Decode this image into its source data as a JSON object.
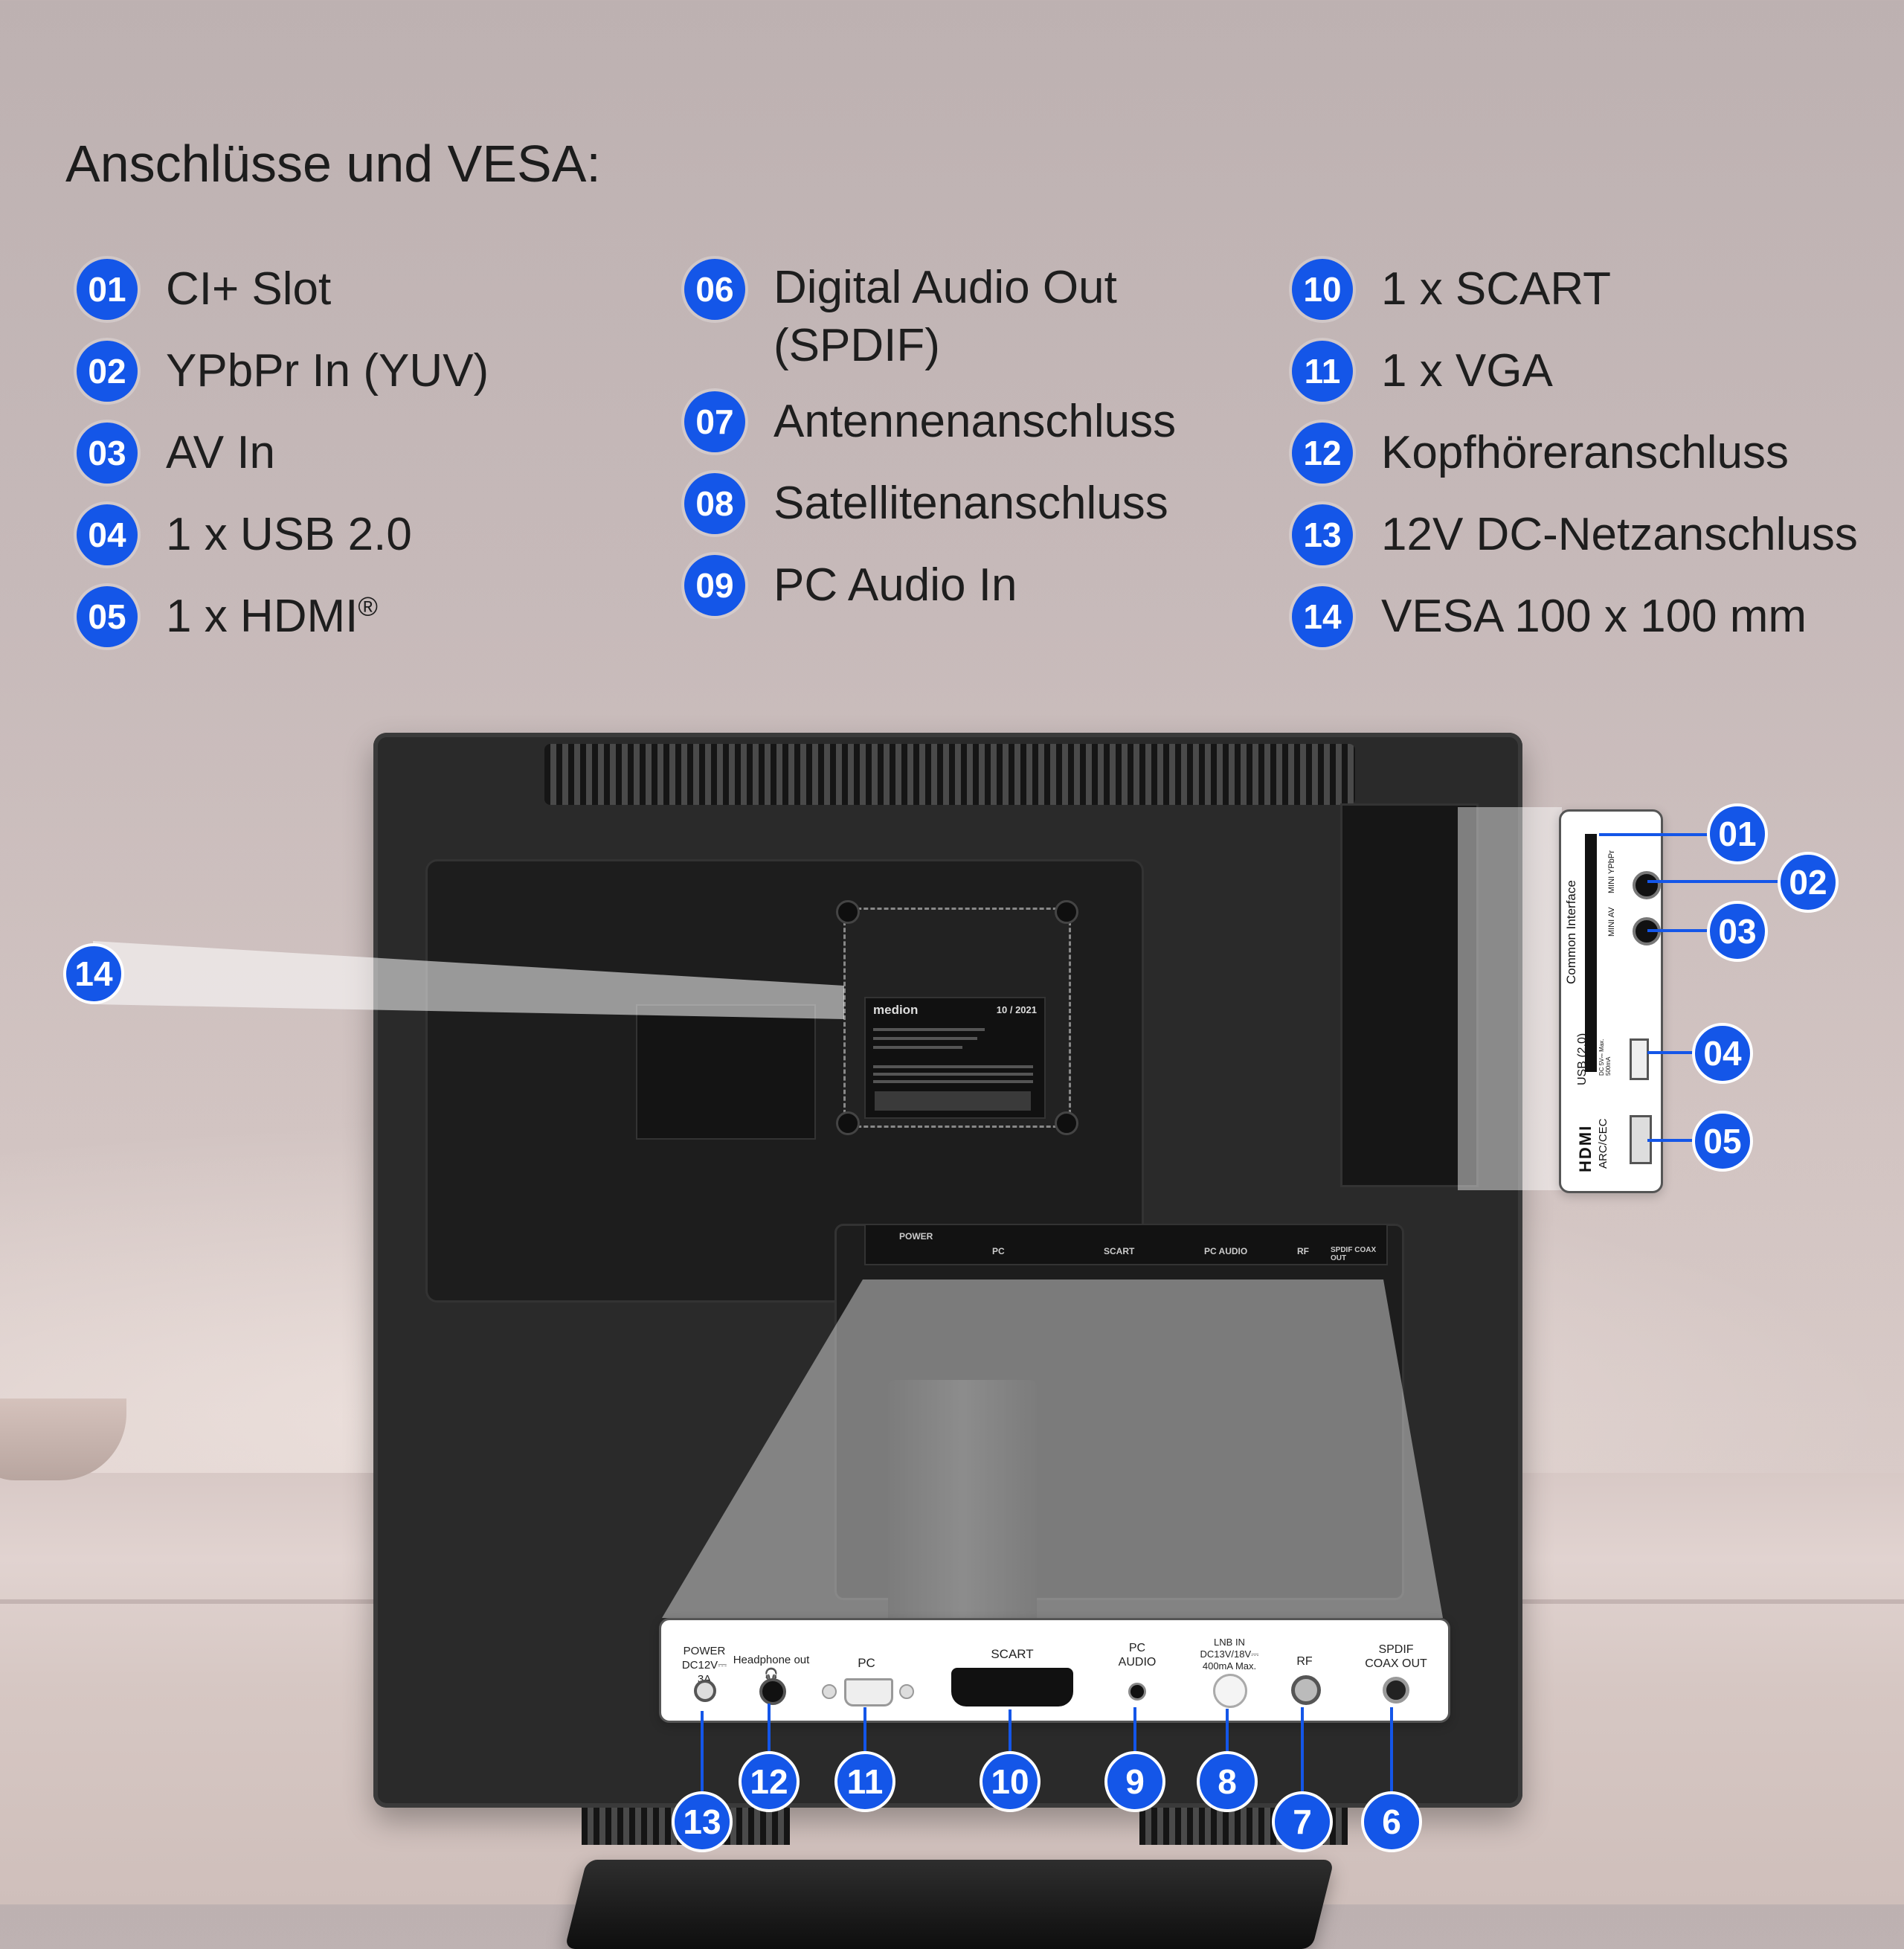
{
  "title": "Anschlüsse und VESA:",
  "colors": {
    "accent": "#1456e8",
    "text": "#1e1e1e"
  },
  "legend": [
    [
      {
        "num": "01",
        "label": "CI+ Slot"
      },
      {
        "num": "02",
        "label": "YPbPr In (YUV)"
      },
      {
        "num": "03",
        "label": "AV In"
      },
      {
        "num": "04",
        "label": "1 x USB 2.0"
      },
      {
        "num": "05",
        "label": "1 x HDMI",
        "suffix": "®"
      }
    ],
    [
      {
        "num": "06",
        "label": "Digital Audio Out (SPDIF)"
      },
      {
        "num": "07",
        "label": "Antennenanschluss"
      },
      {
        "num": "08",
        "label": "Satellitenanschluss"
      },
      {
        "num": "09",
        "label": "PC Audio In"
      }
    ],
    [
      {
        "num": "10",
        "label": "1 x SCART"
      },
      {
        "num": "11",
        "label": "1 x VGA"
      },
      {
        "num": "12",
        "label": "Kopfhöreranschluss"
      },
      {
        "num": "13",
        "label": "12V DC-Netzanschluss"
      },
      {
        "num": "14",
        "label": "VESA 100 x 100 mm"
      }
    ]
  ],
  "tv_labels": {
    "brand": "medion",
    "date": "10 / 2021",
    "bay_power": "POWER",
    "bay_pc": "PC",
    "bay_scart": "SCART",
    "bay_pcaudio": "PC AUDIO",
    "bay_rf": "RF",
    "bay_spdif": "SPDIF COAX OUT"
  },
  "side_panel": {
    "common_interface": "Common Interface",
    "mini_ypbpr": "MINI YPbPr",
    "mini_av": "MINI AV",
    "usb": "USB (2.0)",
    "usb_spec": "DC 5V⎓ Max. 500mA",
    "hdmi_logo": "HDMI",
    "hdmi_arc": "ARC/CEC",
    "markers": [
      "01",
      "02",
      "03",
      "04",
      "05"
    ]
  },
  "bottom_panel": {
    "ports": [
      {
        "label": "POWER\nDC12V⎓\n3A",
        "marker": "13"
      },
      {
        "label": "Headphone out\n🎧",
        "marker": "12"
      },
      {
        "label": "PC",
        "marker": "11"
      },
      {
        "label": "SCART",
        "marker": "10"
      },
      {
        "label": "PC\nAUDIO",
        "marker": "9"
      },
      {
        "label": "LNB IN\nDC13V/18V⎓\n400mA Max.",
        "marker": "8"
      },
      {
        "label": "RF",
        "marker": "7"
      },
      {
        "label": "SPDIF\nCOAX OUT",
        "marker": "6"
      }
    ]
  },
  "vesa_marker": "14"
}
